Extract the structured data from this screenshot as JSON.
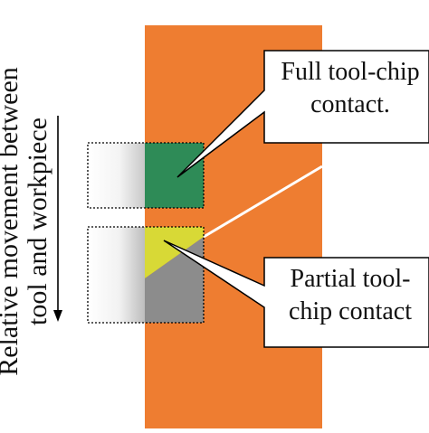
{
  "diagram": {
    "colors": {
      "workpiece": "#EE7D31",
      "full_contact": "#2E8B57",
      "partial_contact_yellow": "#D8D936",
      "partial_contact_gray": "#8C8C8C",
      "chip_line": "#FFFFFF",
      "outline": "#000000"
    },
    "axis_label": {
      "line1": "Relative movement between",
      "line2": "tool and workpiece"
    },
    "callouts": {
      "full": {
        "line1": "Full tool-chip",
        "line2": "contact."
      },
      "partial": {
        "line1": "Partial tool-",
        "line2": "chip contact"
      }
    }
  }
}
